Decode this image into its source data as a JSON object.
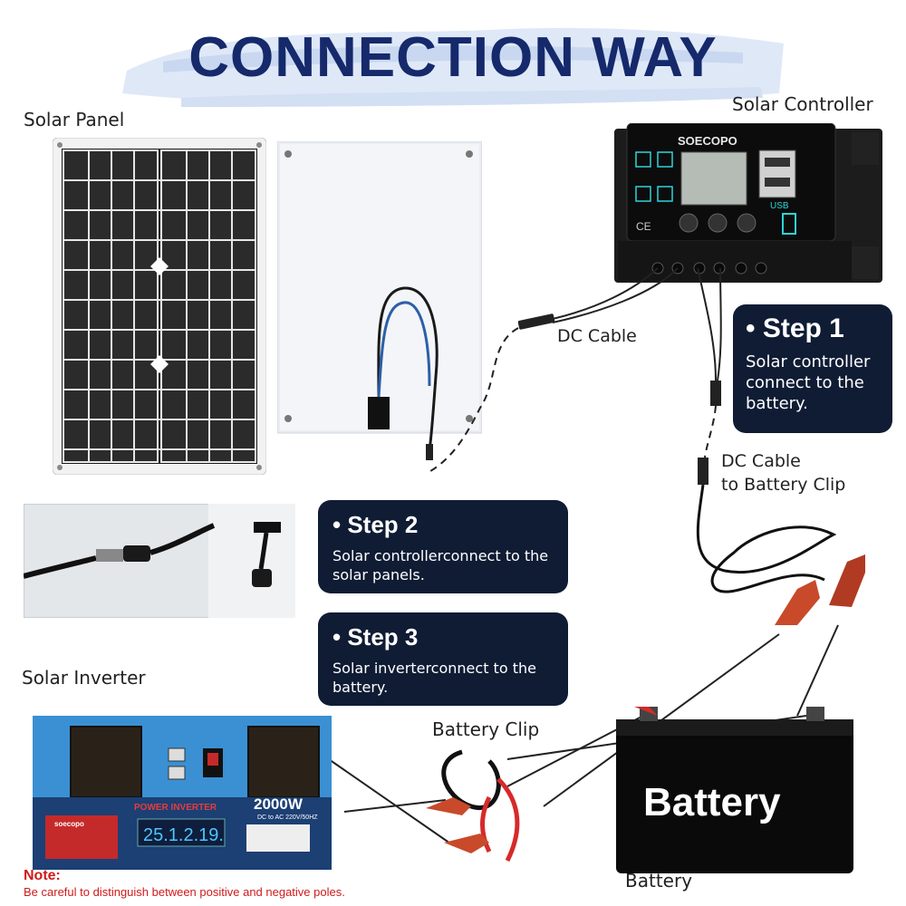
{
  "title": "CONNECTION WAY",
  "labels": {
    "solar_panel": "Solar Panel",
    "solar_controller": "Solar Controller",
    "dc_cable": "DC Cable",
    "dc_cable_battery_line1": "DC Cable",
    "dc_cable_battery_line2": "to Battery Clip",
    "solar_inverter": "Solar Inverter",
    "battery_clip": "Battery Clip",
    "battery": "Battery"
  },
  "steps": [
    {
      "title": "• Step 1",
      "line1": "Solar controller",
      "line2": "connect to the",
      "line3": "battery."
    },
    {
      "title": "• Step 2",
      "line1": "Solar controllerconnect to the",
      "line2": "solar panels."
    },
    {
      "title": "• Step 3",
      "line1": "Solar inverterconnect to the",
      "line2": "battery."
    }
  ],
  "controller": {
    "brand": "SOECOPO",
    "usb_label": "USB"
  },
  "inverter": {
    "header": "POWER INVERTER",
    "power": "2000W",
    "spec": "DC to AC 220V/50HZ",
    "brand": "soecopo",
    "display": "25.1.2.19."
  },
  "battery_text": "Battery",
  "note": {
    "head": "Note:",
    "body": "Be careful to distinguish between positive and negative poles."
  },
  "colors": {
    "title": "#15296b",
    "step_bg": "#0f1c34",
    "note": "#d11a1a"
  }
}
